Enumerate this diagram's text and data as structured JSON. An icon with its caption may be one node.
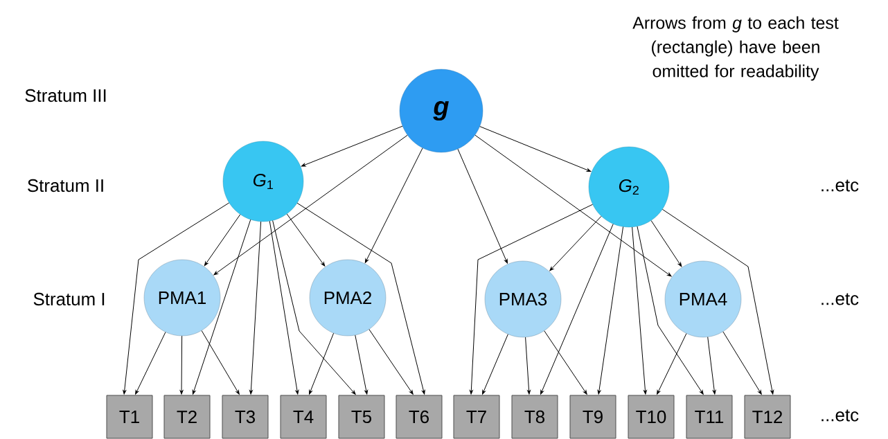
{
  "diagram": {
    "nodes": [
      {
        "text": [
          "g"
        ]
      },
      {
        "text": [
          "*G*$_{1}$"
        ]
      },
      {
        "text": [
          "*G*$_{2}$"
        ]
      },
      {
        "text": [
          "PMA1"
        ]
      },
      {
        "text": [
          "PMA2"
        ]
      },
      {
        "text": [
          "PMA3"
        ]
      },
      {
        "text": [
          "PMA4"
        ]
      },
      {
        "text": [
          "T1"
        ]
      },
      {
        "text": [
          "T2"
        ]
      },
      {
        "text": [
          "T3"
        ]
      },
      {
        "text": [
          "T4"
        ]
      },
      {
        "text": [
          "T5"
        ]
      },
      {
        "text": [
          "T6"
        ]
      },
      {
        "text": [
          "T7"
        ]
      },
      {
        "text": [
          "T8"
        ]
      },
      {
        "text": [
          "T9"
        ]
      },
      {
        "text": [
          "T10"
        ]
      },
      {
        "text": [
          "T11"
        ]
      },
      {
        "text": [
          "T12"
        ]
      }
    ],
    "edges": [
      {
        "from": 0,
        "to": 1,
        "arrow": "to"
      },
      {
        "from": 0,
        "to": 2,
        "arrow": "to"
      },
      {
        "from": 0,
        "to": 3,
        "arrow": "to"
      },
      {
        "from": 0,
        "to": 4,
        "arrow": "to"
      },
      {
        "from": 0,
        "to": 5,
        "arrow": "to"
      },
      {
        "from": 0,
        "to": 6,
        "arrow": "to"
      },
      {
        "from": 1,
        "to": 3,
        "arrow": "to"
      },
      {
        "from": 1,
        "to": 4,
        "arrow": "to"
      },
      {
        "from": 2,
        "to": 5,
        "arrow": "to"
      },
      {
        "from": 2,
        "to": 6,
        "arrow": "to"
      },
      {
        "from": 3,
        "to": 7,
        "arrow": "to"
      },
      {
        "from": 1,
        "to": 7,
        "arrow": "to"
      },
      {
        "from": 3,
        "to": 8,
        "arrow": "to"
      },
      {
        "from": 1,
        "to": 8,
        "arrow": "to"
      },
      {
        "from": 3,
        "to": 9,
        "arrow": "to"
      },
      {
        "from": 1,
        "to": 9,
        "arrow": "to"
      },
      {
        "from": 1,
        "to": 10,
        "arrow": "to"
      },
      {
        "from": 4,
        "to": 10,
        "arrow": "to"
      },
      {
        "from": 4,
        "to": 11,
        "arrow": "to"
      },
      {
        "from": 1,
        "to": 11,
        "arrow": "to"
      },
      {
        "from": 4,
        "to": 12,
        "arrow": "to"
      },
      {
        "from": 1,
        "to": 12,
        "arrow": "to"
      },
      {
        "from": 5,
        "to": 13,
        "arrow": "to"
      },
      {
        "from": 2,
        "to": 13,
        "arrow": "to"
      },
      {
        "from": 5,
        "to": 14,
        "arrow": "to"
      },
      {
        "from": 2,
        "to": 14,
        "arrow": "to"
      },
      {
        "from": 5,
        "to": 15,
        "arrow": "to"
      },
      {
        "from": 2,
        "to": 15,
        "arrow": "to"
      },
      {
        "from": 2,
        "to": 16,
        "arrow": "to"
      },
      {
        "from": 6,
        "to": 16,
        "arrow": "to"
      },
      {
        "from": 6,
        "to": 17,
        "arrow": "to"
      },
      {
        "from": 2,
        "to": 17,
        "arrow": "to"
      },
      {
        "from": 6,
        "to": 18,
        "arrow": "to"
      },
      {
        "from": 2,
        "to": 18,
        "arrow": "to"
      }
    ],
    "labels": [
      "Arrows from *g* to each test (rectangle) have been omitted for readability",
      "Stratum III",
      "Stratum II",
      "...etc",
      "Stratum I",
      "...etc",
      "...etc"
    ]
  }
}
